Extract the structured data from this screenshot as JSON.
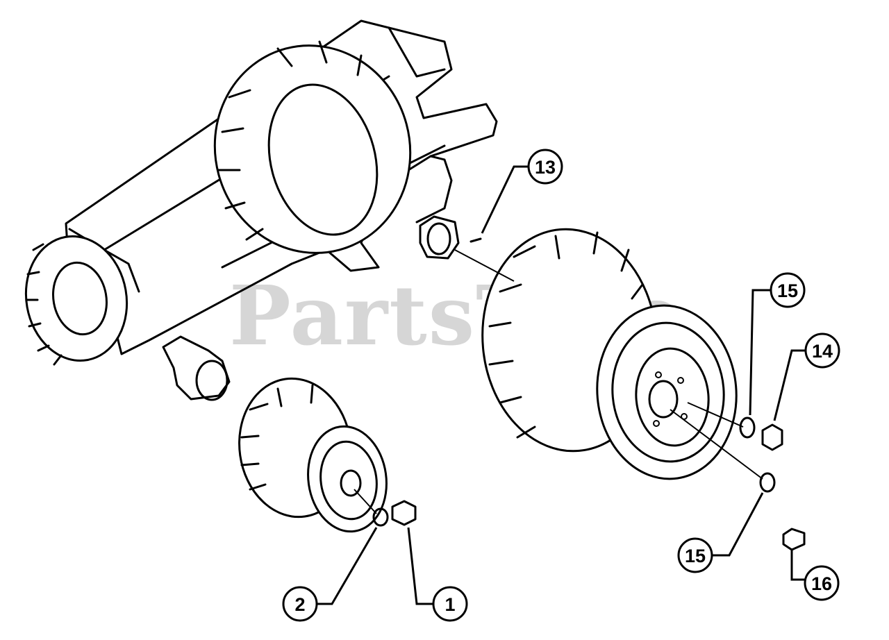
{
  "watermark": "PartsTree",
  "callouts": [
    {
      "id": "c13",
      "label": "13"
    },
    {
      "id": "c15a",
      "label": "15"
    },
    {
      "id": "c14",
      "label": "14"
    },
    {
      "id": "c15b",
      "label": "15"
    },
    {
      "id": "c16",
      "label": "16"
    },
    {
      "id": "c2",
      "label": "2"
    },
    {
      "id": "c1",
      "label": "1"
    }
  ]
}
